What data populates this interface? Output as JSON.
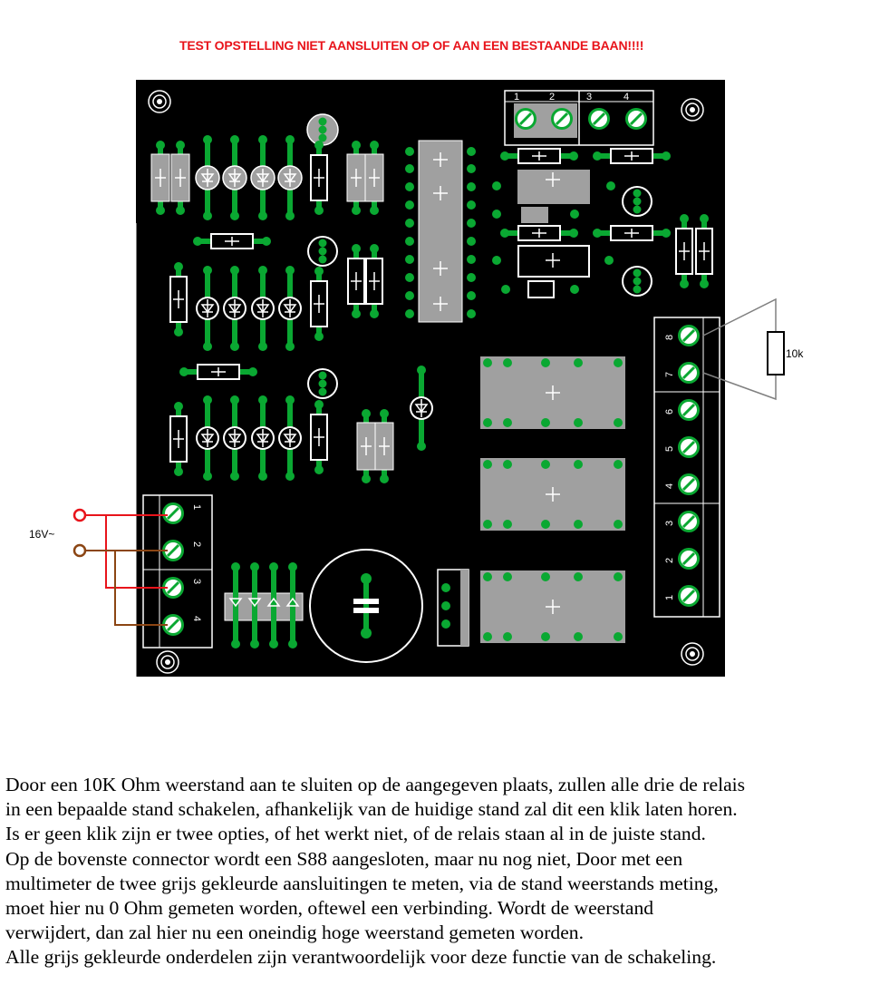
{
  "title": "TEST OPSTELLING NIET AANSLUITEN OP OF AAN EEN BESTAANDE BAAN!!!!",
  "labels": {
    "resistor": "10k",
    "supply": "16V~"
  },
  "connectors": {
    "top": [
      "1",
      "2",
      "3",
      "4"
    ],
    "right": [
      "8",
      "7",
      "6",
      "5",
      "4",
      "3",
      "2",
      "1"
    ],
    "left": [
      "1",
      "2",
      "3",
      "4"
    ]
  },
  "description": [
    "Door een 10K Ohm weerstand aan te sluiten op de aangegeven plaats, zullen alle drie de relais",
    "in een bepaalde stand schakelen, afhankelijk van de huidige stand zal dit een klik laten horen.",
    "Is er geen klik zijn er twee opties, of het werkt niet, of de relais staan al in de juiste stand.",
    "Op de bovenste connector wordt een S88 aangesloten, maar nu nog niet, Door met een",
    "multimeter de twee grijs gekleurde aansluitingen te meten, via de stand weerstands meting,",
    "moet hier nu 0 Ohm gemeten worden, oftewel een verbinding. Wordt de weerstand",
    "verwijdert, dan zal hier nu een oneindig hoge weerstand gemeten worden.",
    "Alle grijs gekleurde onderdelen zijn verantwoordelijk voor deze functie van de schakeling."
  ],
  "colors": {
    "board": "#000000",
    "pad": "#0aa832",
    "component": "#a0a0a0",
    "silkscreen": "#ffffff",
    "title": "#e8141b",
    "wire_red": "#e8141b",
    "wire_brown": "#8b4513"
  }
}
